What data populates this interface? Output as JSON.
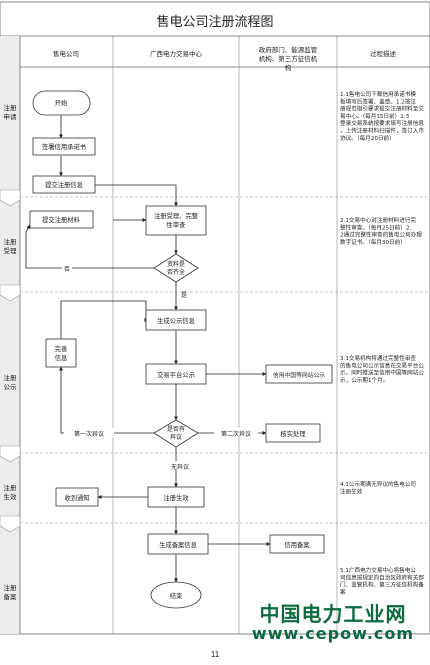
{
  "title": "售电公司注册流程图",
  "headers": [
    "售电公司",
    "广西电力交易中心",
    "政府部门、能源监管机构、第三方征信机构",
    "过程描述"
  ],
  "stages": [
    {
      "id": "reg",
      "lines": [
        "注册",
        "申请"
      ]
    },
    {
      "id": "accept",
      "lines": [
        "注册",
        "受理"
      ]
    },
    {
      "id": "publicize",
      "lines": [
        "注册",
        "公示"
      ]
    },
    {
      "id": "effective",
      "lines": [
        "注册",
        "生效"
      ]
    },
    {
      "id": "filing",
      "lines": [
        "注册",
        "备案"
      ]
    }
  ],
  "nodes": {
    "start": "开始",
    "sign": "签署信用承诺书",
    "submit_info": "提交注册信息",
    "submit_materials": "提交注册材料",
    "review": "注册受理、完整性审查",
    "complete_q": "资料是否齐全",
    "gen_public": "生成公示信息",
    "improve": "完善信息",
    "platform": "交易平台公示",
    "credit_pub": "信用中国等网站公示",
    "objection_q": "是否有异议",
    "verify": "核实处理",
    "notify": "收到通知",
    "effective": "注册生效",
    "gen_filing": "生成备案信息",
    "credit_file": "信用备案",
    "end": "结束"
  },
  "edge_labels": {
    "no": "否",
    "yes": "是",
    "first": "第一次异议",
    "second": "第二次异议",
    "none": "无异议"
  },
  "descriptions": {
    "reg": "1.1售电公司下载信用承诺书模板填写后签署、盖章。1.2按注册规范指引要求提交注册材料至交易中心。（每月15日前）1.3登录交易系统按要求填写注册信息，上传注册材料扫描件，签订入市协议。（每月20日前）",
    "accept": "2.1交易中心对注册材料进行完整性审查。（每月25日前）2.2通过完整性审查的售电公司办理数字证书。（每月30日前）",
    "publicize": "3.1交易机构将通过完整性审查的售电公司公示信息在交易平台公示，同时推送至信用中国等网站公示，公示期1个月。",
    "effective": "4.1公示期满无异议的售电公司注册生效",
    "filing": "5.1广西电力交易中心将售电公司信息按规定向自治区政府有关部门、监管机构、第三方征信机构备案"
  },
  "watermark": {
    "cn": "中国电力工业网",
    "url": "www.cepow.com"
  },
  "page_number": "11"
}
